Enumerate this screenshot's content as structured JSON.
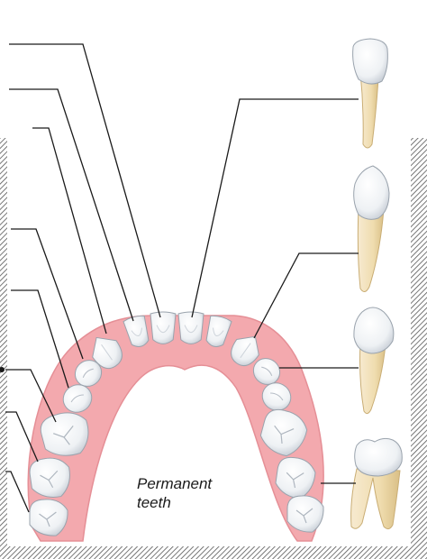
{
  "caption": {
    "line1": "Permanent",
    "line2": "teeth"
  },
  "colors": {
    "gum": "#f3a9ae",
    "gum_edge": "#e58f96",
    "crown": "#f4f6f8",
    "crown_shade": "#cdd3da",
    "root": "#f1dfb6",
    "root_shade": "#dcc48f",
    "leader": "#1a1a1a",
    "hatch": "#555555"
  },
  "arch_teeth": [
    {
      "id": "central-incisor-left"
    },
    {
      "id": "central-incisor-right"
    },
    {
      "id": "lateral-incisor-left"
    },
    {
      "id": "lateral-incisor-right"
    },
    {
      "id": "canine-left"
    },
    {
      "id": "canine-right"
    },
    {
      "id": "first-premolar-left"
    },
    {
      "id": "first-premolar-right"
    },
    {
      "id": "second-premolar-left"
    },
    {
      "id": "second-premolar-right"
    },
    {
      "id": "first-molar-left"
    },
    {
      "id": "first-molar-right"
    },
    {
      "id": "second-molar-left"
    },
    {
      "id": "second-molar-right"
    },
    {
      "id": "third-molar-left"
    },
    {
      "id": "third-molar-right"
    }
  ],
  "side_teeth": [
    {
      "id": "incisor"
    },
    {
      "id": "canine"
    },
    {
      "id": "premolar"
    },
    {
      "id": "molar"
    }
  ]
}
